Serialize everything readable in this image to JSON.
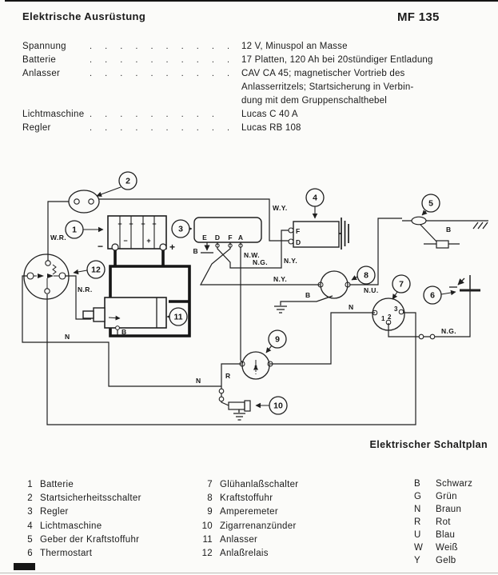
{
  "header": {
    "title": "Elektrische Ausrüstung",
    "model": "MF 135"
  },
  "specs": {
    "rows": [
      {
        "label": "Spannung",
        "dots": ". . . . . . . . . .",
        "value": "12 V, Minuspol an Masse"
      },
      {
        "label": "Batterie",
        "dots": ". . . . . . . . . .",
        "value": "17 Platten, 120 Ah bei 20stündiger Entladung"
      },
      {
        "label": "Anlasser",
        "dots": ". . . . . . . . . .",
        "value": "CAV CA 45; magnetischer Vortrieb des"
      },
      {
        "label": "",
        "dots": "",
        "value": "Anlasserritzels; Startsicherung in Verbin-"
      },
      {
        "label": "",
        "dots": "",
        "value": "dung mit dem Gruppenschalthebel"
      },
      {
        "label": "Lichtmaschine",
        "dots": ". . . . . . . . .",
        "value": "Lucas C 40 A"
      },
      {
        "label": "Regler",
        "dots": ". . . . . . . . . .",
        "value": "Lucas RB 108"
      }
    ]
  },
  "caption": "Elektrischer Schaltplan",
  "legend": {
    "components_col1": [
      {
        "num": "1",
        "name": "Batterie"
      },
      {
        "num": "2",
        "name": "Startsicherheitsschalter"
      },
      {
        "num": "3",
        "name": "Regler"
      },
      {
        "num": "4",
        "name": "Lichtmaschine"
      },
      {
        "num": "5",
        "name": "Geber der Kraftstoffuhr"
      },
      {
        "num": "6",
        "name": "Thermostart"
      }
    ],
    "components_col2": [
      {
        "num": "7",
        "name": "Glühanlaßschalter"
      },
      {
        "num": "8",
        "name": "Kraftstoffuhr"
      },
      {
        "num": "9",
        "name": "Amperemeter"
      },
      {
        "num": "10",
        "name": "Zigarrenanzünder"
      },
      {
        "num": "11",
        "name": "Anlasser"
      },
      {
        "num": "12",
        "name": "Anlaßrelais"
      }
    ],
    "wire_colors": [
      {
        "code": "B",
        "name": "Schwarz"
      },
      {
        "code": "G",
        "name": "Grün"
      },
      {
        "code": "N",
        "name": "Braun"
      },
      {
        "code": "R",
        "name": "Rot"
      },
      {
        "code": "U",
        "name": "Blau"
      },
      {
        "code": "W",
        "name": "Weiß"
      },
      {
        "code": "Y",
        "name": "Gelb"
      }
    ]
  },
  "diagram": {
    "callouts": [
      "1",
      "2",
      "3",
      "4",
      "5",
      "6",
      "7",
      "8",
      "9",
      "10",
      "11",
      "12"
    ],
    "labels": {
      "wr": "W.R.",
      "wy": "W.Y.",
      "nw": "N.W.",
      "ng1": "N.G.",
      "ny1": "N.Y.",
      "ny2": "N.Y.",
      "nu": "N.U.",
      "nr": "N.R.",
      "ng2": "N.G.",
      "n1": "N",
      "n2": "N",
      "n3": "N",
      "r": "R",
      "b_regulator": "B",
      "b_starter": "B",
      "b_gauge": "B",
      "b_sender": "B"
    },
    "battery": {
      "terminal_minus": "−",
      "terminal_plus": "+",
      "cell_plus": "+",
      "cell_minus": "−"
    },
    "terminals": {
      "reg_e": "E",
      "reg_d": "D",
      "reg_f": "F",
      "reg_a": "A",
      "dyn_f": "F",
      "dyn_d": "D",
      "sw1": "1",
      "sw2": "2",
      "sw3": "3"
    }
  },
  "colors": {
    "ink": "#1f1f1f",
    "paper": "#fbfbf9"
  }
}
